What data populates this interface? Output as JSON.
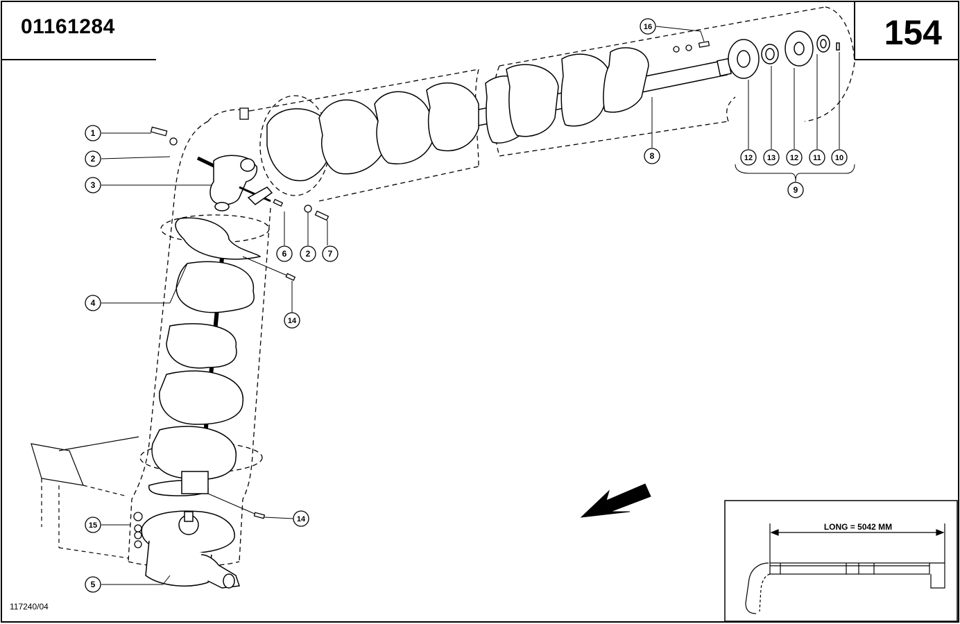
{
  "header": {
    "part_number": "01161284",
    "page_number": "154"
  },
  "footer": {
    "reference": "117240/04"
  },
  "inset": {
    "dimension_label": "LONG = 5042 MM"
  },
  "callouts": [
    "1",
    "2",
    "3",
    "4",
    "5",
    "6",
    "2",
    "7",
    "8",
    "9",
    "10",
    "11",
    "12",
    "13",
    "12",
    "14",
    "14",
    "15",
    "16"
  ]
}
